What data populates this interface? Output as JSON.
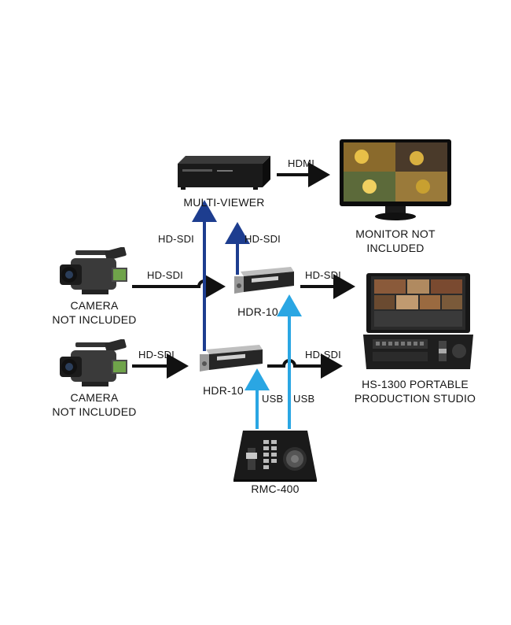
{
  "devices": {
    "multiviewer": {
      "label": "MULTI-VIEWER"
    },
    "monitor": {
      "label_line1": "MONITOR NOT",
      "label_line2": "INCLUDED"
    },
    "camera1": {
      "label_line1": "CAMERA",
      "label_line2": "NOT INCLUDED"
    },
    "camera2": {
      "label_line1": "CAMERA",
      "label_line2": "NOT INCLUDED"
    },
    "hdr_top": {
      "label": "HDR-10"
    },
    "hdr_bottom": {
      "label": "HDR-10"
    },
    "studio": {
      "label_line1": "HS-1300 PORTABLE",
      "label_line2": "PRODUCTION STUDIO"
    },
    "controller": {
      "label": "RMC-400"
    }
  },
  "connections": {
    "hdmi": "HDMI",
    "sdi_to_multiviewer_left": "HD-SDI",
    "sdi_to_multiviewer_right": "HD-SDI",
    "sdi_camera1": "HD-SDI",
    "sdi_hdr_top_to_studio": "HD-SDI",
    "sdi_camera2": "HD-SDI",
    "sdi_hdr_bottom_to_studio": "HD-SDI",
    "usb_left": "USB",
    "usb_right": "USB"
  },
  "colors": {
    "sdi_dark_blue": "#1d3d8f",
    "usb_light_blue": "#2aa6e3",
    "arrow_black": "#111111"
  }
}
